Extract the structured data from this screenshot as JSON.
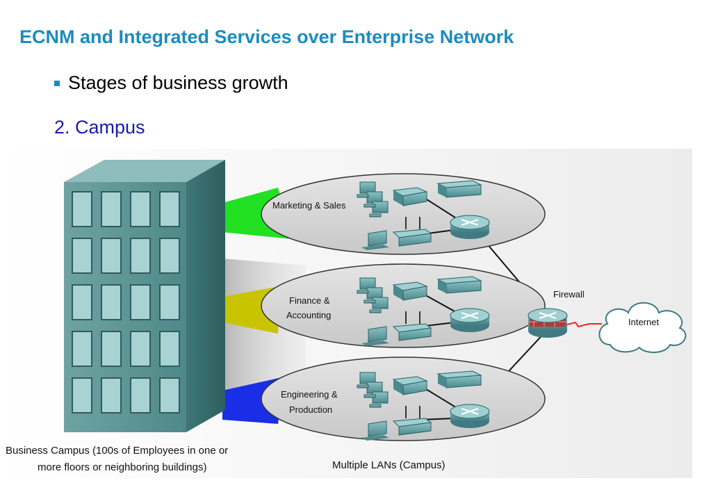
{
  "slide": {
    "title": "ECNM and Integrated Services over Enterprise Network",
    "bullet": "Stages of business growth",
    "stage": "2. Campus"
  },
  "diagram": {
    "lans": [
      {
        "label_lines": [
          "Marketing & Sales"
        ],
        "link_color": "#22e022"
      },
      {
        "label_lines": [
          "Finance &",
          "Accounting"
        ],
        "link_color": "#c8c400"
      },
      {
        "label_lines": [
          "Engineering &",
          "Production"
        ],
        "link_color": "#1a2ee8"
      }
    ],
    "firewall_label": "Firewall",
    "internet_label": "Internet",
    "building_caption_line1": "Business Campus (100s of Employees in one or",
    "building_caption_line2": "more floors or neighboring buildings)",
    "lans_caption": "Multiple LANs (Campus)"
  }
}
